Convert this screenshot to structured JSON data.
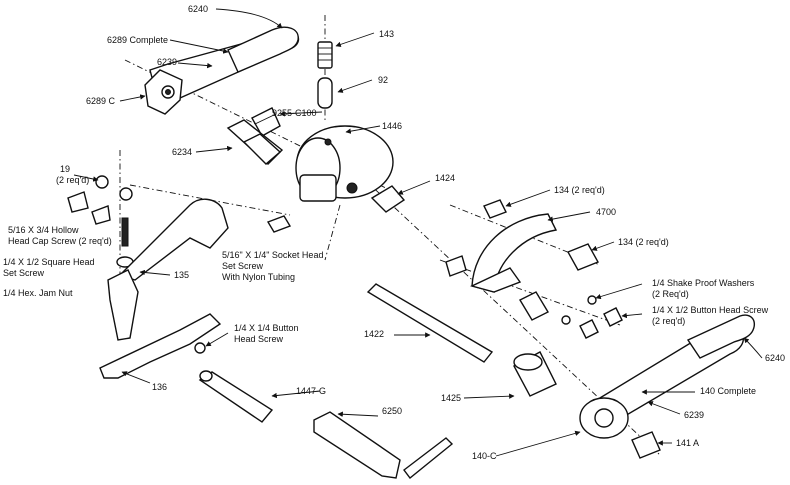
{
  "labels": {
    "l6240_top": "6240",
    "l6289_complete": "6289 Complete",
    "l6239_top": "6239",
    "l6289c": "6289 C",
    "l143": "143",
    "l92": "92",
    "l9255": "9255-C100",
    "l6234": "6234",
    "l1446": "1446",
    "l19": "19",
    "l19_req": "(2 req'd)",
    "l_hollow1": "5/16 X 3/4 Hollow",
    "l_hollow2": "Head Cap Screw (2 req'd)",
    "l_square1": "1/4 X 1/2 Square Head",
    "l_square2": "Set Screw",
    "l_jam": "1/4 Hex. Jam Nut",
    "l135": "135",
    "l_socket1": "5/16\" X 1/4\" Socket Head",
    "l_socket2": "Set Screw",
    "l_socket3": "With Nylon Tubing",
    "l1424": "1424",
    "l134_top": "134 (2 req'd)",
    "l4700": "4700",
    "l134_mid": "134 (2 req'd)",
    "l_shake1": "1/4 Shake Proof Washers",
    "l_shake2": "(2 Req'd)",
    "l_button1": "1/4 X 1/2 Button Head Screw",
    "l_button2": "(2 req'd)",
    "l_btn14_1": "1/4 X 1/4 Button",
    "l_btn14_2": "Head Screw",
    "l1422": "1422",
    "l6240_right": "6240",
    "l140_complete": "140 Complete",
    "l6239_right": "6239",
    "l1425": "1425",
    "l6250": "6250",
    "l1447": "1447-G",
    "l136": "136",
    "l140c": "140-C",
    "l141a": "141 A"
  }
}
